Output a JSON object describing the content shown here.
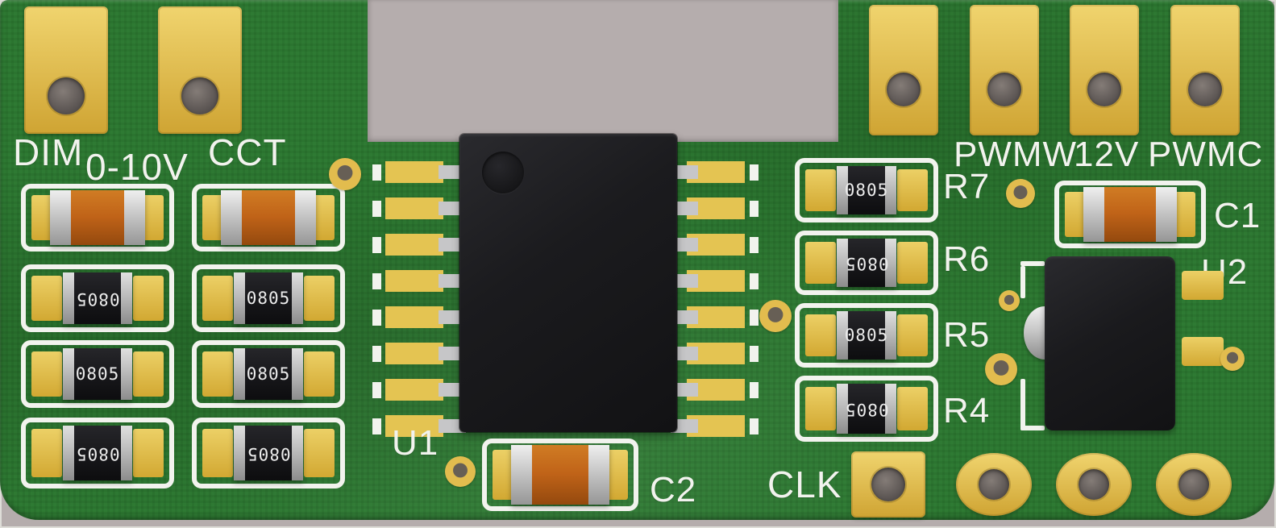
{
  "labels": {
    "dim": "DIM",
    "dim_range": "0-10V",
    "cct": "CCT",
    "pwmw": "PWMW",
    "v12": "12V",
    "pwmc": "PWMC",
    "clk": "CLK"
  },
  "designators": {
    "u1": "U1",
    "u2": "U2",
    "c1": "C1",
    "c2": "C2",
    "r4": "R4",
    "r5": "R5",
    "r6": "R6",
    "r7": "R7"
  },
  "smd_marking": "0805",
  "colors": {
    "board_green": "#2e7a33",
    "background_gray": "#b5adad",
    "pad_gold": "#e2bc4e",
    "silkscreen_white": "#f2f3ee",
    "component_black": "#17171a",
    "capacitor_orange": "#c06318",
    "terminal_silver": "#c6c6c8"
  }
}
